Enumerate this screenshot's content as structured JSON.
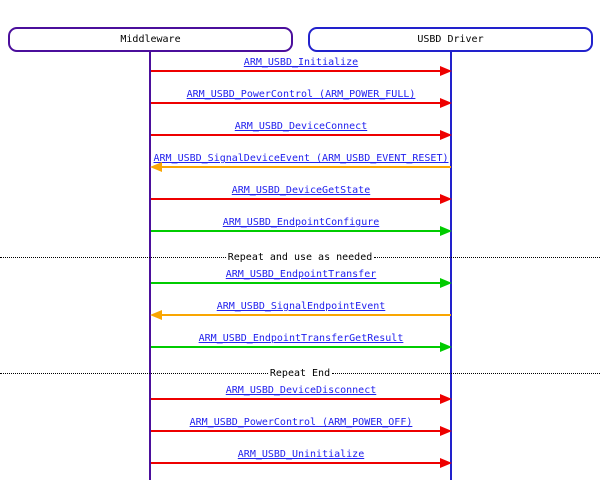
{
  "diagram": {
    "participants": [
      {
        "label": "Middleware"
      },
      {
        "label": "USBD Driver"
      }
    ],
    "messages": [
      {
        "kind": "message",
        "label": "ARM_USBD_Initialize",
        "color": "red",
        "direction": "right"
      },
      {
        "kind": "message",
        "label": "ARM_USBD_PowerControl (ARM_POWER_FULL)",
        "color": "red",
        "direction": "right"
      },
      {
        "kind": "message",
        "label": "ARM_USBD_DeviceConnect",
        "color": "red",
        "direction": "right"
      },
      {
        "kind": "message",
        "label": "ARM_USBD_SignalDeviceEvent (ARM_USBD_EVENT_RESET)",
        "color": "orange",
        "direction": "left"
      },
      {
        "kind": "message",
        "label": "ARM_USBD_DeviceGetState",
        "color": "red",
        "direction": "right"
      },
      {
        "kind": "message",
        "label": "ARM_USBD_EndpointConfigure",
        "color": "green",
        "direction": "right"
      },
      {
        "kind": "divider",
        "label": "Repeat and use as needed"
      },
      {
        "kind": "message",
        "label": "ARM_USBD_EndpointTransfer",
        "color": "green",
        "direction": "right"
      },
      {
        "kind": "message",
        "label": "ARM_USBD_SignalEndpointEvent",
        "color": "orange",
        "direction": "left"
      },
      {
        "kind": "message",
        "label": "ARM_USBD_EndpointTransferGetResult",
        "color": "green",
        "direction": "right"
      },
      {
        "kind": "divider",
        "label": "Repeat End"
      },
      {
        "kind": "message",
        "label": "ARM_USBD_DeviceDisconnect",
        "color": "red",
        "direction": "right"
      },
      {
        "kind": "message",
        "label": "ARM_USBD_PowerControl (ARM_POWER_OFF)",
        "color": "red",
        "direction": "right"
      },
      {
        "kind": "message",
        "label": "ARM_USBD_Uninitialize",
        "color": "red",
        "direction": "right"
      }
    ],
    "colors": {
      "red": "#ee0000",
      "orange": "#f9a602",
      "green": "#00cc00",
      "link": "#2222ee",
      "middleware": "#4b0f9c",
      "usbd_driver": "#2222cc"
    }
  }
}
